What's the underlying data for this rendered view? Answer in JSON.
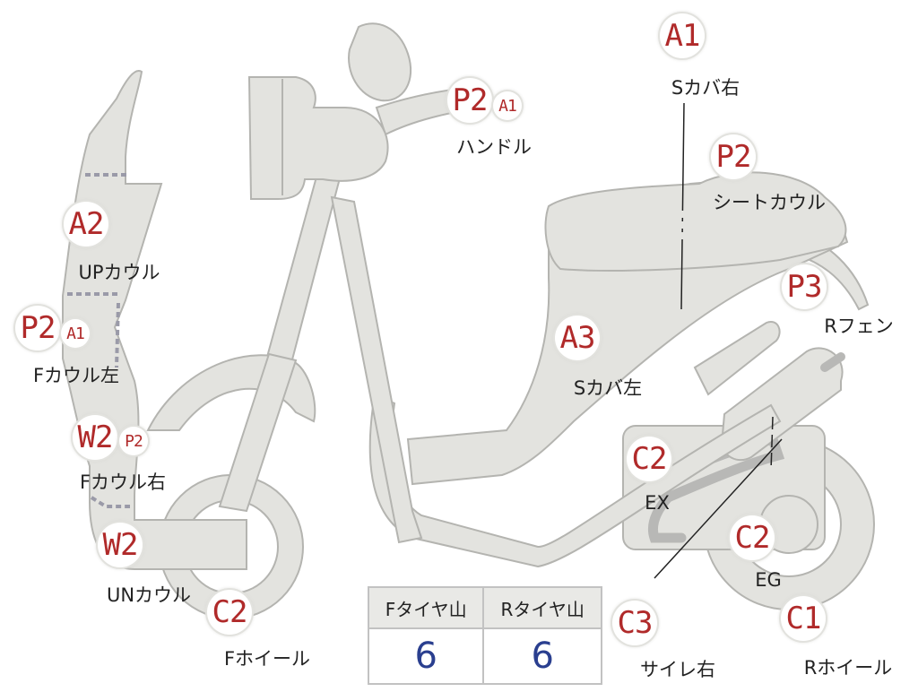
{
  "parts": [
    {
      "id": "s-cover-right",
      "grade": "A1",
      "label": "Sカバ右"
    },
    {
      "id": "handle",
      "grade": "P2",
      "sub_grade": "A1",
      "label": "ハンドル"
    },
    {
      "id": "seat-cowl",
      "grade": "P2",
      "label": "シートカウル"
    },
    {
      "id": "up-cowl",
      "grade": "A2",
      "label": "UPカウル"
    },
    {
      "id": "r-fender",
      "grade": "P3",
      "label": "Rフェン"
    },
    {
      "id": "f-cowl-left",
      "grade": "P2",
      "sub_grade": "A1",
      "label": "Fカウル左"
    },
    {
      "id": "s-cover-left",
      "grade": "A3",
      "label": "Sカバ左"
    },
    {
      "id": "f-cowl-right",
      "grade": "W2",
      "sub_grade": "P2",
      "label": "Fカウル右"
    },
    {
      "id": "exhaust",
      "grade": "C2",
      "label": "EX"
    },
    {
      "id": "un-cowl",
      "grade": "W2",
      "label": "UNカウル"
    },
    {
      "id": "engine",
      "grade": "C2",
      "label": "EG"
    },
    {
      "id": "f-wheel",
      "grade": "C2",
      "label": "Fホイール"
    },
    {
      "id": "r-wheel",
      "grade": "C1",
      "label": "Rホイール"
    },
    {
      "id": "side-cover-right",
      "grade": "C3",
      "label": "サイレ右"
    }
  ],
  "tire_table": {
    "headers": [
      "Fタイヤ山",
      "Rタイヤ山"
    ],
    "values": [
      "6",
      "6"
    ]
  },
  "colors": {
    "grade_text": "#b02a2a",
    "tire_value": "#2a3f8f",
    "body_fill": "#e3e3df",
    "body_stroke": "#b4b4b0"
  }
}
